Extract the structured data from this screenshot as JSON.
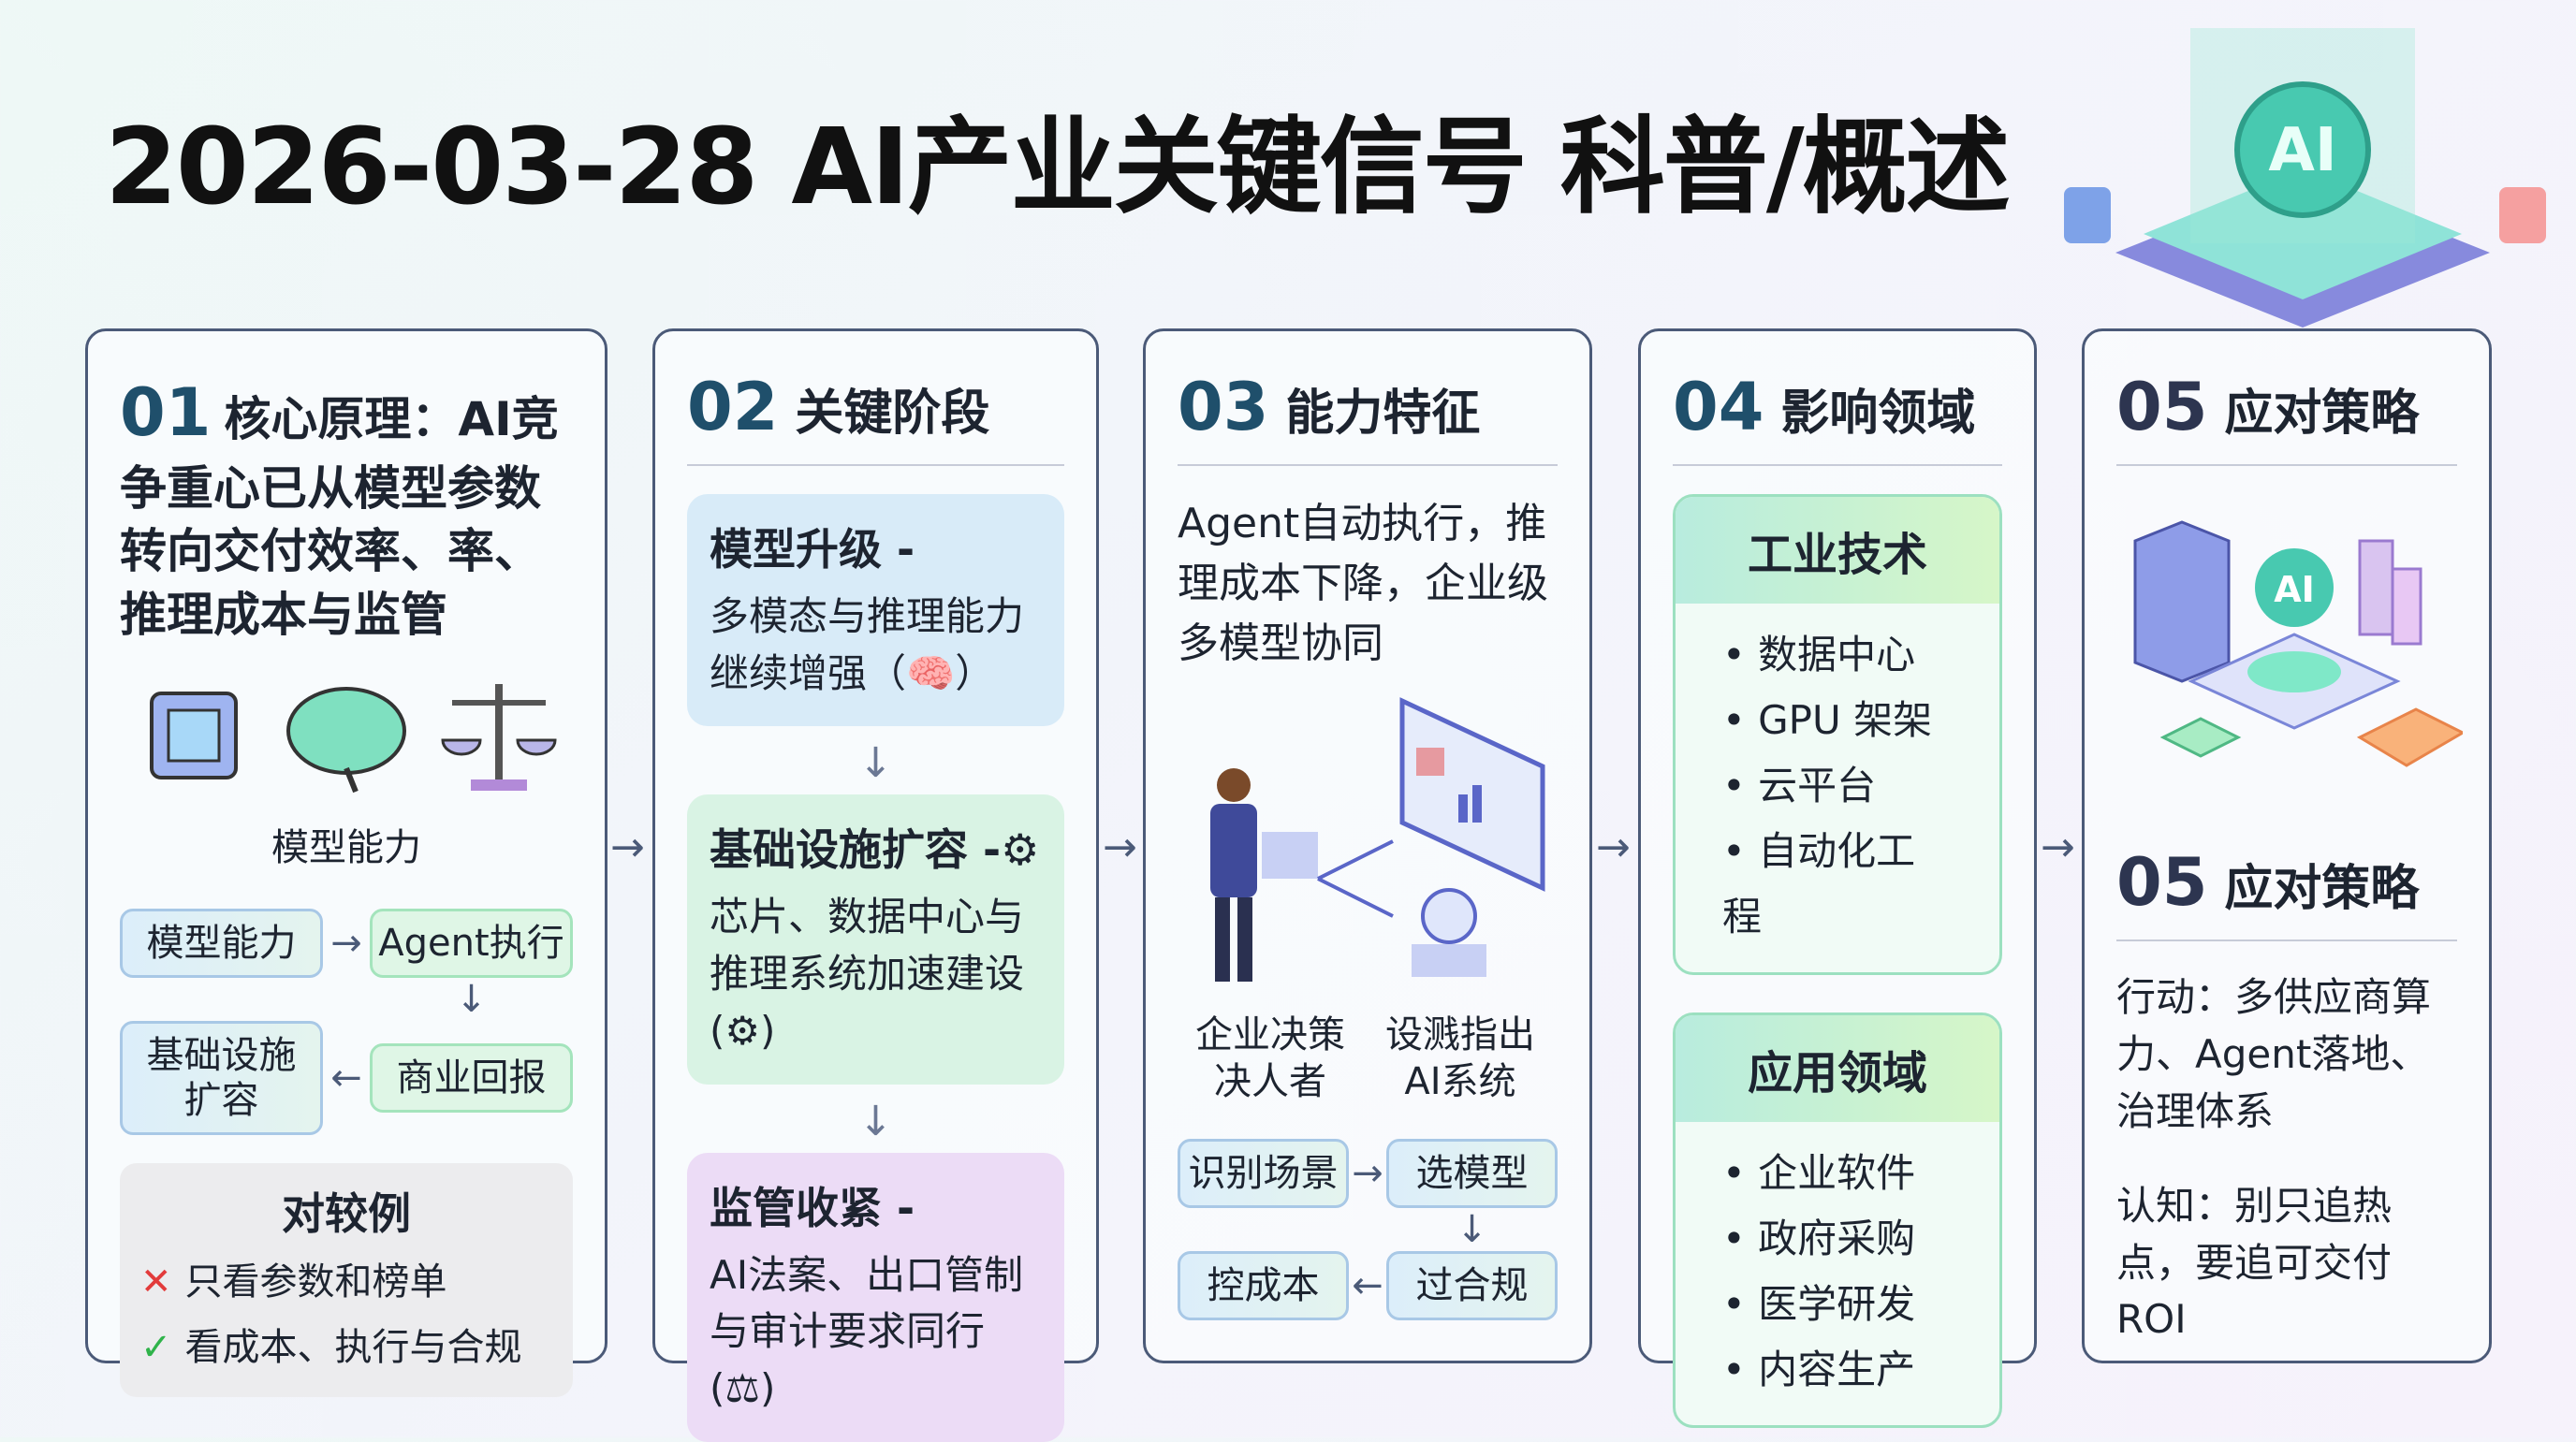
{
  "title": "2026-03-28 AI产业关键信号 科普/概述",
  "p1": {
    "num": "01",
    "head": "核心原理：AI竞争重心已从模型参数转向交付效率、率、推理成本与监管",
    "icons_caption": "模型能力",
    "icons": [
      "chip-icon",
      "brain-icon",
      "scales-icon"
    ],
    "flow": [
      "模型能力",
      "Agent执行",
      "商业回报",
      "基础设施扩容"
    ],
    "compare": {
      "title": "对较例",
      "bad": "只看参数和榜单",
      "good": "看成本、执行与合规"
    }
  },
  "p2": {
    "num": "02",
    "head": "关键阶段",
    "stages": [
      {
        "title": "模型升级 -",
        "text": "多模态与推理能力继续增强（🧠）",
        "color": "#d8ebf8"
      },
      {
        "title": "基础设施扩容 -⚙",
        "text": "芯片、数据中心与推理系统加速建设(⚙)",
        "color": "#d9f3e4"
      },
      {
        "title": "监管收紧 -",
        "text": "AI法案、出口管制与审计要求同行(⚖)",
        "color": "#ecdcf6"
      }
    ]
  },
  "p3": {
    "num": "03",
    "head": "能力特征",
    "text": "Agent自动执行，推理成本下降，企业级多模型协同",
    "labels": [
      "企业决策决人者",
      "设溅指出AI系统"
    ],
    "flow": [
      "识别场景",
      "选模型",
      "过合规",
      "控成本"
    ]
  },
  "p4": {
    "num": "04",
    "head": "影响领域",
    "boxes": [
      {
        "title": "工业技术",
        "items": [
          "数据中心",
          "GPU 架架",
          "云平台",
          "自动化工程"
        ]
      },
      {
        "title": "应用领域",
        "items": [
          "企业软件",
          "政府采购",
          "医学研发",
          "内容生产"
        ]
      }
    ]
  },
  "p5": {
    "num": "05",
    "head": "应对策略",
    "sub_num": "05",
    "sub_head": "应对策略",
    "action": "行动：多供应商算力、Agent落地、治理体系",
    "cognition": "认知：别只追热点，要追可交付ROI",
    "hero_badge": "AI"
  }
}
